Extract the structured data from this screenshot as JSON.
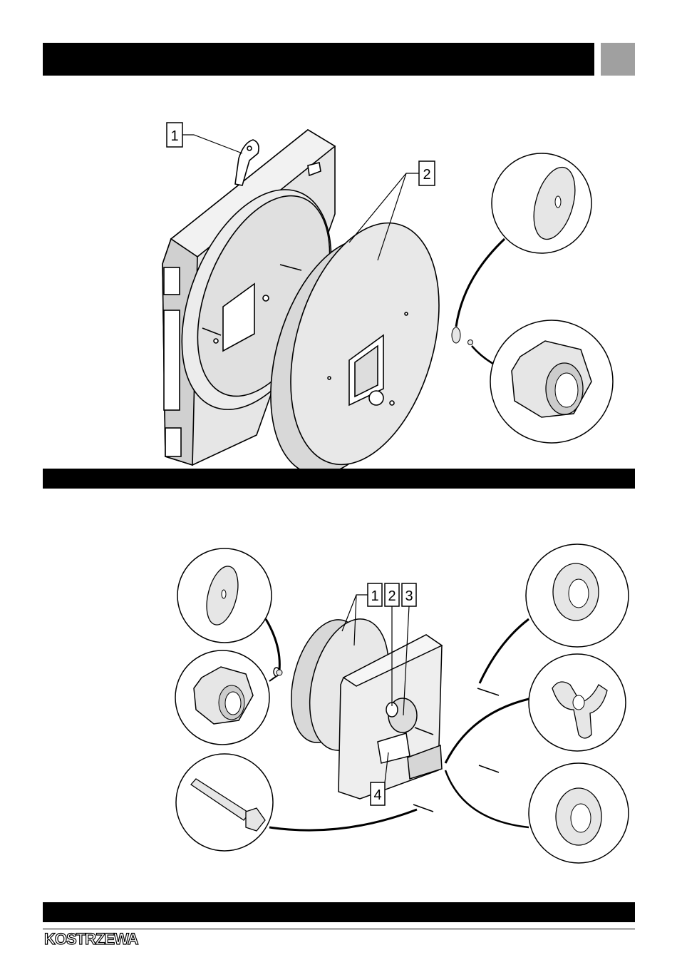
{
  "top_figure": {
    "callouts": [
      "1",
      "2"
    ]
  },
  "bottom_figure": {
    "callouts": [
      "1",
      "2",
      "3",
      "4"
    ]
  },
  "footer": {
    "logo_text": "KOSTRZEWA"
  },
  "colors": {
    "bar": "#000000",
    "tab": "#a0a0a0",
    "part_fill": "#e6e6e6"
  }
}
